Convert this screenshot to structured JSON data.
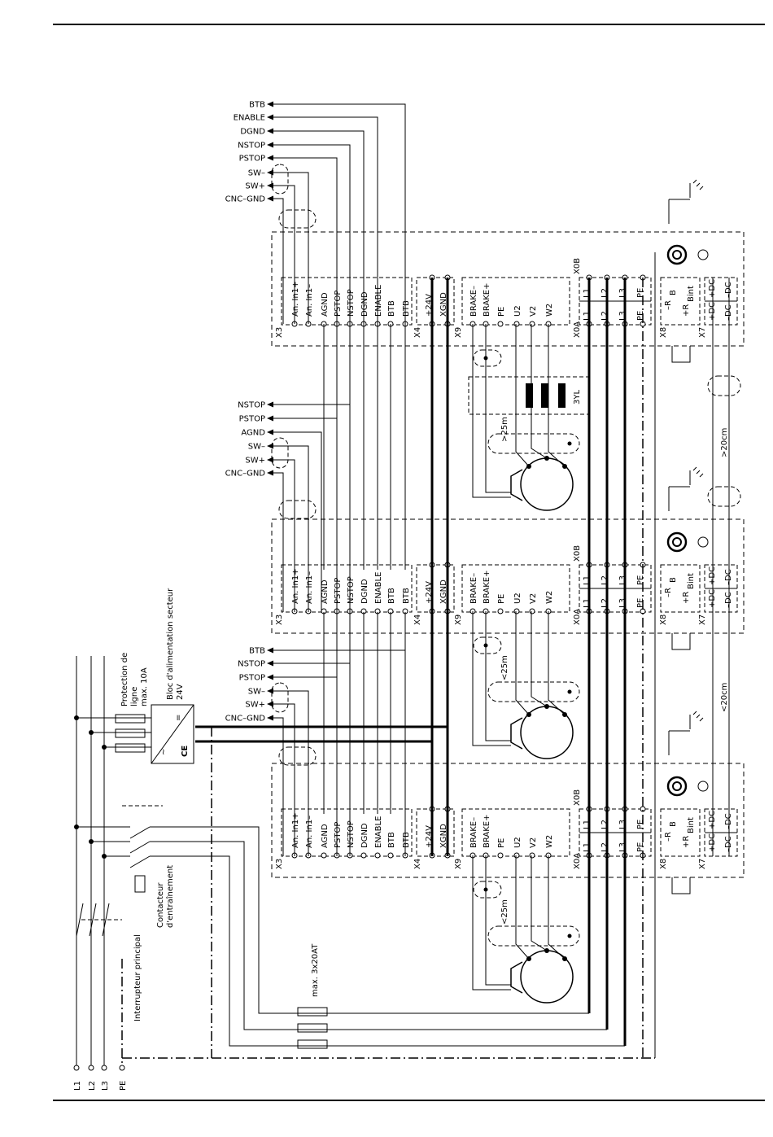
{
  "top_inputs": [
    "BTB",
    "ENABLE",
    "DGND",
    "NSTOP",
    "PSTOP",
    "SW–",
    "SW+",
    "CNC–GND"
  ],
  "mid_inputs": [
    "NSTOP",
    "PSTOP",
    "AGND",
    "SW–",
    "SW+",
    "CNC–GND"
  ],
  "low_inputs": [
    "BTB",
    "NSTOP",
    "PSTOP",
    "SW–",
    "SW+",
    "CNC–GND"
  ],
  "x3_pins": [
    "An. In1+",
    "An. In1–",
    "AGND",
    "PSTOP",
    "NSTOP",
    "DGND",
    "ENABLE",
    "BTB",
    "BTB"
  ],
  "x4_pins": [
    "+24V",
    "XGND"
  ],
  "x9_pins": [
    "BRAKE–",
    "BRAKE+",
    "PE",
    "U2",
    "V2",
    "W2"
  ],
  "x0a_pins": [
    "L1",
    "L2",
    "L3",
    "PE"
  ],
  "x0b_pins": [
    "L1",
    "L2",
    "L3",
    "PE"
  ],
  "connectors": {
    "x3": "X3",
    "x4": "X4",
    "x9": "X9",
    "x0a": "X0A",
    "x0b": "X0B",
    "x8": "X8",
    "x7": "X7"
  },
  "x8_pins": {
    "rb_minus": "–R",
    "rb_minus_sub": "B",
    "rb_plus": "+R",
    "rb_plus_sub": "Bint"
  },
  "x7_pins": {
    "plus_dc": "+DC",
    "minus_dc": "–DC"
  },
  "choke_label": "3YL",
  "cable_lengths": {
    "top": ">25m",
    "mid": "<25m",
    "low": "<25m"
  },
  "dc_lengths": {
    "upper": ">20cm",
    "lower": "<20cm"
  },
  "supply_labels": {
    "protection": [
      "Protection de",
      "ligne",
      "max. 10A"
    ],
    "power_supply": [
      "Bloc d'alimentation secteur",
      "24V"
    ],
    "contactor": [
      "Contacteur",
      "d'entraînement"
    ],
    "main_switch": "Interrupteur principal",
    "fuses": "max. 3x20AT"
  },
  "mains": [
    "L1",
    "L2",
    "L3",
    "PE"
  ],
  "power_supply_symbols": {
    "dc": "=",
    "ac": "~",
    "ce": "CE"
  },
  "colors": {
    "line": "#000000",
    "background": "#ffffff"
  }
}
